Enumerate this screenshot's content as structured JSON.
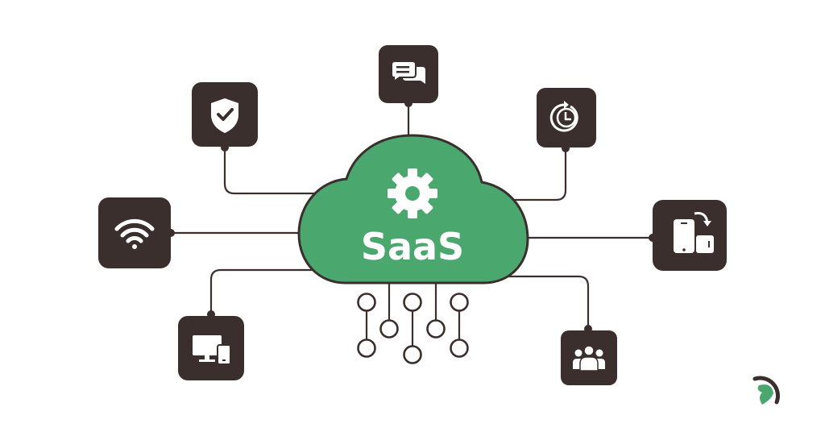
{
  "diagram": {
    "title": "SaaS",
    "center": {
      "label": "SaaS",
      "icon": "gear-icon",
      "fill_color": "#4aa86f",
      "outline_color": "#3a2f2d"
    },
    "colors": {
      "node_fill": "#3a2f2d",
      "icon_color": "#ffffff",
      "background": "#ffffff",
      "line_color": "#3a2f2d"
    },
    "nodes": [
      {
        "id": "security",
        "icon": "shield-check-icon",
        "position": "top-left"
      },
      {
        "id": "communication",
        "icon": "chat-bubbles-icon",
        "position": "top-center"
      },
      {
        "id": "uptime",
        "icon": "clock-refresh-icon",
        "position": "top-right"
      },
      {
        "id": "connectivity",
        "icon": "wifi-icon",
        "position": "middle-left"
      },
      {
        "id": "mobile-sync",
        "icon": "device-rotate-icon",
        "position": "middle-right"
      },
      {
        "id": "multi-device",
        "icon": "desktop-mobile-icon",
        "position": "bottom-left"
      },
      {
        "id": "users",
        "icon": "user-group-icon",
        "position": "bottom-right"
      }
    ],
    "circuit": {
      "icon": "circuit-connectors-icon",
      "count": 8
    },
    "logo": {
      "icon": "brand-logo-icon",
      "colors": [
        "#3a2f2d",
        "#4aa86f"
      ]
    }
  }
}
